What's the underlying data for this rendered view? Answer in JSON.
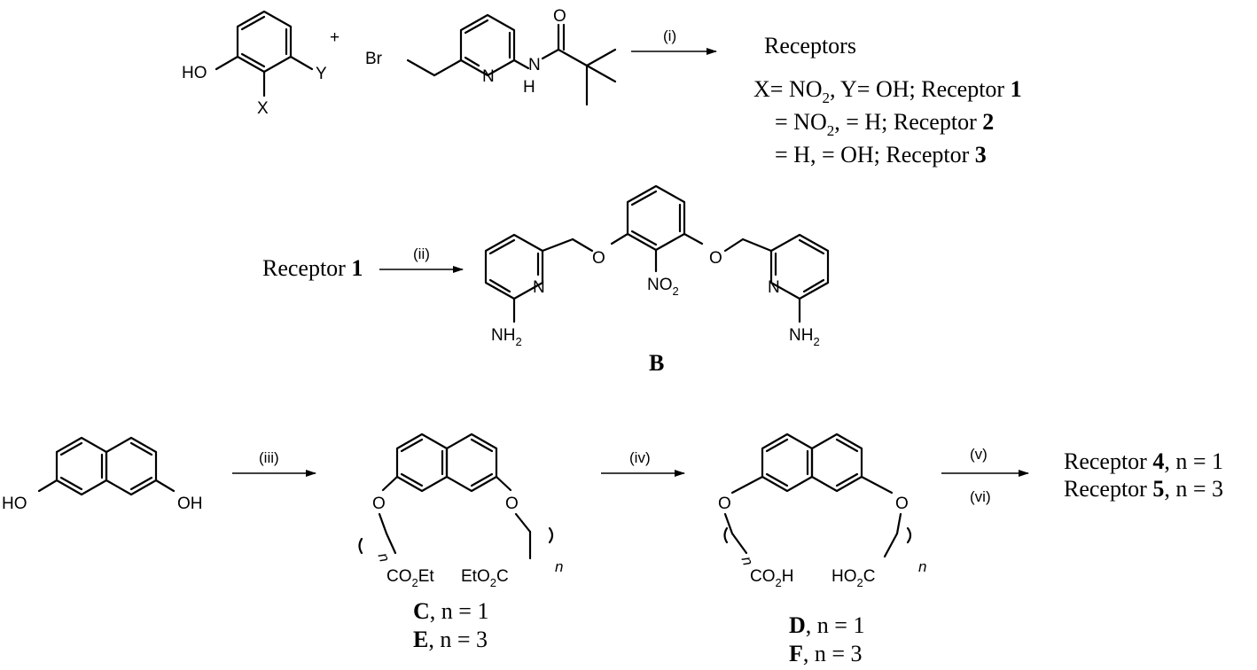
{
  "reaction1": {
    "phenol": {
      "oh": "HO",
      "x": "X",
      "y": "Y"
    },
    "plus": "+",
    "reagent": {
      "br": "Br",
      "n_ring": "N",
      "n_amide": "N",
      "h_amide": "H",
      "o": "O"
    },
    "condition": "(i)",
    "product_title": "Receptors",
    "receptor_lines": [
      {
        "text": "X= NO",
        "sub": "2",
        "rest": ", Y= OH; Receptor ",
        "num": "1"
      },
      {
        "text": "= NO",
        "sub": "2",
        "rest": ",    = H;   Receptor ",
        "num": "2"
      },
      {
        "text": "= H,",
        "sub": "",
        "rest": "        = OH; Receptor ",
        "num": "3"
      }
    ]
  },
  "reaction2": {
    "start_label": "Receptor ",
    "start_num": "1",
    "condition": "(ii)",
    "product": {
      "o_left": "O",
      "o_right": "O",
      "n_left": "N",
      "n_right": "N",
      "no2": "NO",
      "no2_sub": "2",
      "nh2": "NH",
      "nh2_sub": "2",
      "label": "B"
    }
  },
  "reaction3": {
    "diol": {
      "ho": "HO",
      "oh": "OH"
    },
    "conditions": [
      "(iii)",
      "(iv)",
      "(v)",
      "(vi)"
    ],
    "ester": {
      "o": "O",
      "n": "n",
      "co2et_left_a": "CO",
      "co2et_left_b": "2",
      "co2et_left_c": "Et",
      "co2et_right_a": "EtO",
      "co2et_right_b": "2",
      "co2et_right_c": "C",
      "labels": [
        {
          "bold": "C",
          "rest": ", n = 1"
        },
        {
          "bold": "E",
          "rest": ", n = 3"
        }
      ]
    },
    "acid": {
      "o": "O",
      "n": "n",
      "co2h_left_a": "CO",
      "co2h_left_b": "2",
      "co2h_left_c": "H",
      "co2h_right_a": "HO",
      "co2h_right_b": "2",
      "co2h_right_c": "C",
      "labels": [
        {
          "bold": "D",
          "rest": ", n = 1"
        },
        {
          "bold": "F",
          "rest": ", n = 3"
        }
      ]
    },
    "receptors": [
      {
        "pre": "Receptor ",
        "num": "4",
        "rest": ", n = 1"
      },
      {
        "pre": "Receptor ",
        "num": "5",
        "rest": ", n = 3"
      }
    ]
  }
}
